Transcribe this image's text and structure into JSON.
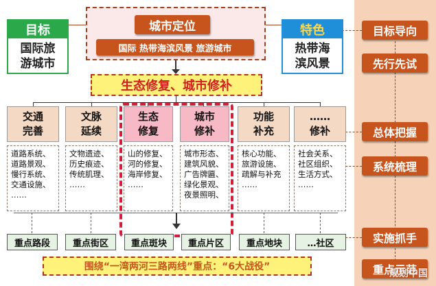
{
  "top": {
    "city_positioning": "城市定位",
    "positioning_detail": "国际 热带海滨风景 旅游城市",
    "goal_title": "目标",
    "goal_lines": [
      "国际旅",
      "游城市"
    ],
    "feature_title": "特色",
    "feature_lines": [
      "热带海",
      "滨风景"
    ]
  },
  "core_banner": "生态修复、城市修补",
  "categories": [
    {
      "title_lines": [
        "交通",
        "完善"
      ],
      "content_lines": [
        "道路系统、",
        "道路景观、",
        "慢行系统、",
        "交通设施、",
        "……"
      ],
      "highlight": false
    },
    {
      "title_lines": [
        "文脉",
        "延续"
      ],
      "content_lines": [
        "文物遗迹、",
        "历史痕迹、",
        "传统肌理、",
        "……"
      ],
      "highlight": false
    },
    {
      "title_lines": [
        "生态",
        "修复"
      ],
      "content_lines": [
        "山的修复、",
        "河的修复、",
        "海岸修复、",
        "……"
      ],
      "highlight": true
    },
    {
      "title_lines": [
        "城市",
        "修补"
      ],
      "content_lines": [
        "城市形态、",
        "建筑风貌、",
        "广告牌匾、",
        "绿化景观、",
        "夜景照明、"
      ],
      "highlight": true
    },
    {
      "title_lines": [
        "功能",
        "补充"
      ],
      "content_lines": [
        "核心功能、",
        "旅游设施、",
        "疏解与补充",
        "……"
      ],
      "highlight": false
    },
    {
      "title_lines": [
        "……",
        "修补"
      ],
      "content_lines": [
        "社会关系、",
        "社区组织、",
        "生活方式、",
        "……"
      ],
      "highlight": false
    }
  ],
  "bottom_items": [
    "重点路段",
    "重点街区",
    "重点斑块",
    "重点片区",
    "重点地块",
    "…社区"
  ],
  "bottom_banner": "围绕“一湾两河三路两线”重点：“6大战役”",
  "side_steps": [
    "目标导向",
    "先行先试",
    "总体把握",
    "系统梳理",
    "实施抓手",
    "重点示范"
  ],
  "watermark": "规划中国"
}
